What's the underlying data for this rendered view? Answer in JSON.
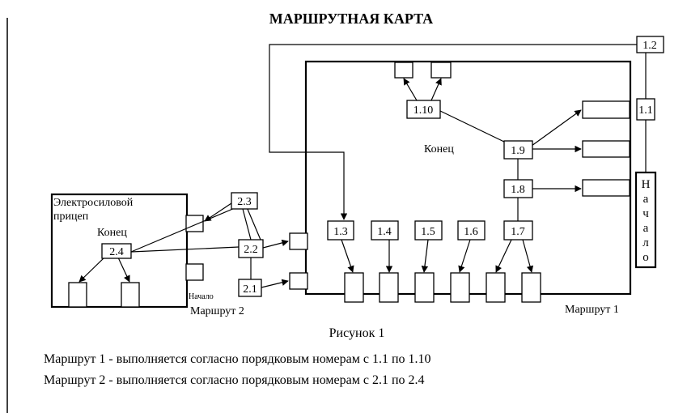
{
  "title": "МАРШРУТНАЯ КАРТА",
  "trailer_label_line1": "Электросиловой",
  "trailer_label_line2": "прицеп",
  "trailer_end_label": "Конец",
  "main_end_label": "Конец",
  "start_vertical": [
    "Н",
    "а",
    "ч",
    "а",
    "л",
    "о"
  ],
  "route2_start_label": "Начало",
  "route2_label": "Маршрут 2",
  "route1_label": "Маршрут 1",
  "figure_caption": "Рисунок 1",
  "note_route1": "Маршрут 1 - выполняется согласно порядковым номерам с 1.1 по 1.10",
  "note_route2": "Маршрут 2 - выполняется согласно порядковым номерам с 2.1 по 2.4",
  "nodes": {
    "n1_1": "1.1",
    "n1_2": "1.2",
    "n1_3": "1.3",
    "n1_4": "1.4",
    "n1_5": "1.5",
    "n1_6": "1.6",
    "n1_7": "1.7",
    "n1_8": "1.8",
    "n1_9": "1.9",
    "n1_10": "1.10",
    "n2_1": "2.1",
    "n2_2": "2.2",
    "n2_3": "2.3",
    "n2_4": "2.4"
  }
}
